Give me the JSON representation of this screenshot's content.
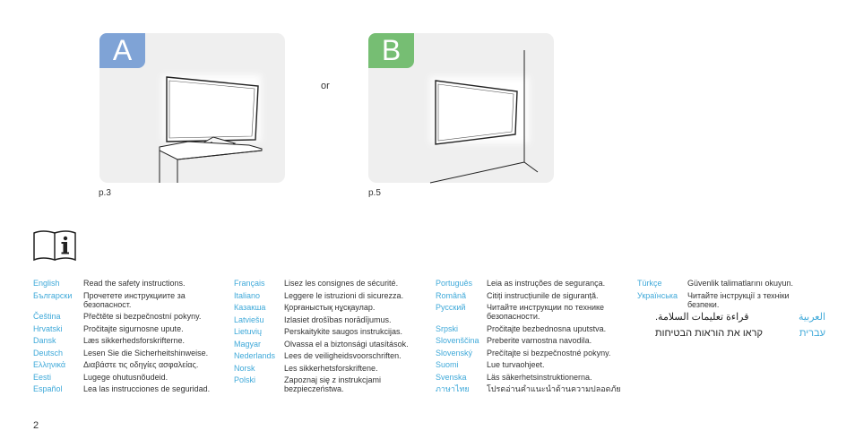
{
  "panels": {
    "a": {
      "badge": "A",
      "page_ref": "p.3"
    },
    "b": {
      "badge": "B",
      "page_ref": "p.5"
    },
    "separator": "or"
  },
  "instructions": {
    "col1": [
      {
        "lang": "English",
        "text": "Read the safety instructions."
      },
      {
        "lang": "Български",
        "text": "Прочетете инструкциите за безопасност."
      },
      {
        "lang": "Čeština",
        "text": "Přečtěte si bezpečnostní pokyny."
      },
      {
        "lang": "Hrvatski",
        "text": "Pročitajte sigurnosne upute."
      },
      {
        "lang": "Dansk",
        "text": "Læs sikkerhedsforskrifterne."
      },
      {
        "lang": "Deutsch",
        "text": "Lesen Sie die Sicherheitshinweise."
      },
      {
        "lang": "Ελληνικά",
        "text": "Διαβάστε τις οδηγίες ασφαλείας."
      },
      {
        "lang": "Eesti",
        "text": "Lugege ohutusnõudeid."
      },
      {
        "lang": "Español",
        "text": "Lea las instrucciones de seguridad."
      }
    ],
    "col2": [
      {
        "lang": "Français",
        "text": "Lisez les consignes de sécurité."
      },
      {
        "lang": "Italiano",
        "text": "Leggere le istruzioni di sicurezza."
      },
      {
        "lang": "Казакша",
        "text": "Қорғаныстық нұсқаулар."
      },
      {
        "lang": "Latviešu",
        "text": "Izlasiet drošības norādījumus."
      },
      {
        "lang": "Lietuvių",
        "text": "Perskaitykite saugos instrukcijas."
      },
      {
        "lang": "Magyar",
        "text": "Olvassa el a biztonsági utasítások."
      },
      {
        "lang": "Nederlands",
        "text": "Lees de veiligheidsvoorschriften."
      },
      {
        "lang": "Norsk",
        "text": "Les sikkerhetsforskriftene."
      },
      {
        "lang": "Polski",
        "text": "Zapoznaj się z instrukcjami bezpieczeństwa."
      }
    ],
    "col3": [
      {
        "lang": "Português",
        "text": "Leia as instruções de segurança."
      },
      {
        "lang": "Română",
        "text": "Citiți instrucțiunile de siguranță."
      },
      {
        "lang": "Русский",
        "text": "Читайте инструкции по технике безопасности."
      },
      {
        "lang": "Srpski",
        "text": "Pročitajte bezbednosna uputstva."
      },
      {
        "lang": "Slovenščina",
        "text": "Preberite varnostna navodila."
      },
      {
        "lang": "Slovenský",
        "text": "Prečítajte si bezpečnostné pokyny."
      },
      {
        "lang": "Suomi",
        "text": "Lue turvaohjeet."
      },
      {
        "lang": "Svenska",
        "text": "Läs säkerhetsinstruktionerna."
      },
      {
        "lang": "ภาษาไทย",
        "text": "โปรดอ่านคำแนะนำด้านความปลอดภัย"
      }
    ],
    "col4": [
      {
        "lang": "Türkçe",
        "text": "Güvenlik talimatlarını okuyun."
      },
      {
        "lang": "Українська",
        "text": "Читайте інструкції з техніки безпеки."
      }
    ],
    "rtl": [
      {
        "lang": "العربية",
        "text": "قراءة تعليمات السلامة."
      },
      {
        "lang": "עברית",
        "text": "קראו את הוראות הבטיחות"
      }
    ]
  },
  "page_number": "2",
  "colors": {
    "badge_a": "#7fa3d6",
    "badge_b": "#76be73",
    "language_label": "#3fa9d9",
    "panel_bg": "#efefef"
  },
  "icons": {
    "manual": "book-info-icon"
  }
}
